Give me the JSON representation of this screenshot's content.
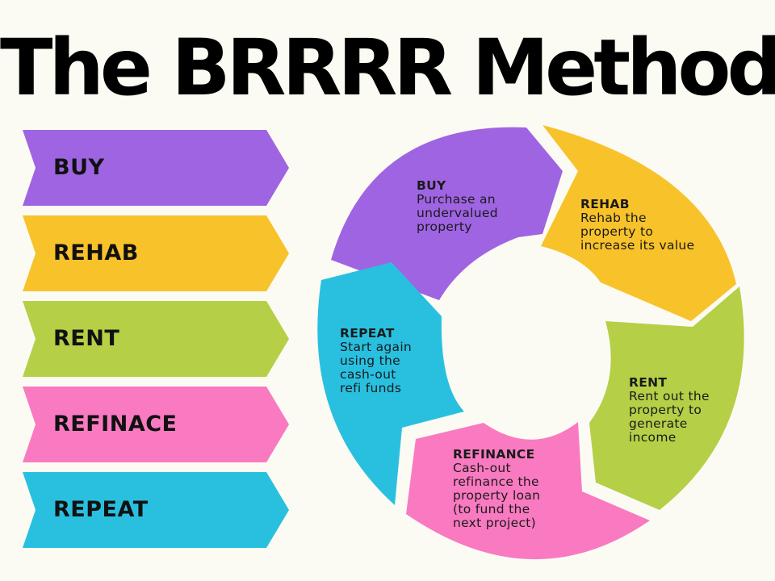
{
  "title": "The BRRRR Method",
  "colors": {
    "buy": "#9f64e2",
    "rehab": "#f8c22a",
    "rent": "#b5cf47",
    "refinance": "#f97ac1",
    "repeat": "#29c0e0",
    "background": "#fbfbf3"
  },
  "list": [
    {
      "label": "BUY"
    },
    {
      "label": "REHAB"
    },
    {
      "label": "RENT"
    },
    {
      "label": "REFINACE"
    },
    {
      "label": "REPEAT"
    }
  ],
  "cycle": {
    "buy": {
      "heading": "BUY",
      "text": "Purchase an\nundervalued\nproperty"
    },
    "rehab": {
      "heading": "REHAB",
      "text": "Rehab the\nproperty to\nincrease its value"
    },
    "rent": {
      "heading": "RENT",
      "text": "Rent out the\nproperty to\ngenerate\nincome"
    },
    "refinance": {
      "heading": "REFINANCE",
      "text": "Cash-out\nrefinance the\nproperty loan\n(to fund the\nnext project)"
    },
    "repeat": {
      "heading": "REPEAT",
      "text": "Start again\nusing the\ncash-out\nrefi funds"
    }
  }
}
